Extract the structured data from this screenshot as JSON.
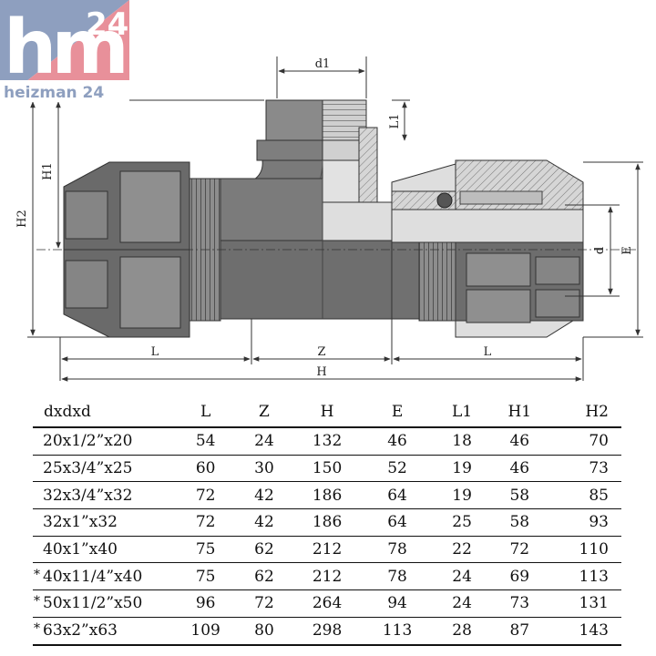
{
  "logo": {
    "mark": "hm",
    "number": "24",
    "wordmark": "heizman 24"
  },
  "dimensions": {
    "d1": "d1",
    "L1": "L1",
    "H1": "H1",
    "H2": "H2",
    "d": "d",
    "E": "E",
    "L_left": "L",
    "Z": "Z",
    "L_right": "L",
    "H": "H"
  },
  "table": {
    "headers": [
      "dxdxd",
      "L",
      "Z",
      "H",
      "E",
      "L1",
      "H1",
      "H2"
    ],
    "rows": [
      {
        "mark": "",
        "cells": [
          "20x1/2”x20",
          "54",
          "24",
          "132",
          "46",
          "18",
          "46",
          "70"
        ]
      },
      {
        "mark": "",
        "cells": [
          "25x3/4”x25",
          "60",
          "30",
          "150",
          "52",
          "19",
          "46",
          "73"
        ]
      },
      {
        "mark": "",
        "cells": [
          "32x3/4”x32",
          "72",
          "42",
          "186",
          "64",
          "19",
          "58",
          "85"
        ]
      },
      {
        "mark": "",
        "cells": [
          "32x1”x32",
          "72",
          "42",
          "186",
          "64",
          "25",
          "58",
          "93"
        ]
      },
      {
        "mark": "",
        "cells": [
          "40x1”x40",
          "75",
          "62",
          "212",
          "78",
          "22",
          "72",
          "110"
        ]
      },
      {
        "mark": "*",
        "cells": [
          "40x11/4”x40",
          "75",
          "62",
          "212",
          "78",
          "24",
          "69",
          "113"
        ]
      },
      {
        "mark": "*",
        "cells": [
          "50x11/2”x50",
          "96",
          "72",
          "264",
          "94",
          "24",
          "73",
          "131"
        ]
      },
      {
        "mark": "*",
        "cells": [
          "63x2”x63",
          "109",
          "80",
          "298",
          "113",
          "28",
          "87",
          "143"
        ]
      }
    ]
  }
}
